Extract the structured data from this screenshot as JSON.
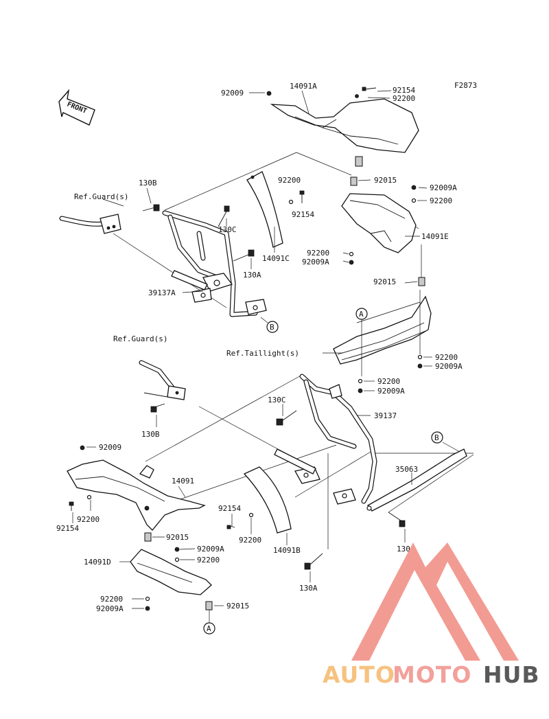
{
  "figure_code": "F2873",
  "front_label": "FRONT",
  "refs": {
    "guard_top": "Ref.Guard(s)",
    "guard_bottom": "Ref.Guard(s)",
    "taillight": "Ref.Taillight(s)"
  },
  "callouts": {
    "a_top": "A",
    "a_bottom": "A",
    "b_top": "B",
    "b_bottom": "B"
  },
  "parts": {
    "p92009_top": "92009",
    "p14091A": "14091A",
    "p92154_top": "92154",
    "p92200_top": "92200",
    "p92015_top": "92015",
    "p92200_mid": "92200",
    "p92154_mid": "92154",
    "p130B_top": "130B",
    "p130C_top": "130C",
    "p14091C": "14091C",
    "p130A_top": "130A",
    "p39137A": "39137A",
    "p92009A_r1": "92009A",
    "p92200_r1": "92200",
    "p14091E": "14091E",
    "p92200_r2": "92200",
    "p92009A_r2": "92009A",
    "p92015_r": "92015",
    "p92200_tl1": "92200",
    "p92009A_tl1": "92009A",
    "p92200_tl2": "92200",
    "p92009A_tl2": "92009A",
    "p130C_bot": "130C",
    "p39137": "39137",
    "p130B_bot": "130B",
    "p35063": "35063",
    "p92009_bot": "92009",
    "p14091": "14091",
    "p92154_bot": "92154",
    "p92200_bot": "92200",
    "p92154_bot2": "92154",
    "p92200_bot2": "92200",
    "p14091B": "14091B",
    "p92015_bot": "92015",
    "p92009A_bot": "92009A",
    "p92200_bot3": "92200",
    "p14091D": "14091D",
    "p130_bot": "130",
    "p130A_bot": "130A",
    "p92200_bot4": "92200",
    "p92009A_bot4": "92009A",
    "p92015_bot2": "92015"
  },
  "watermark": {
    "auto": "AUTO",
    "moto": "MOTO",
    "hub": "HUB"
  }
}
